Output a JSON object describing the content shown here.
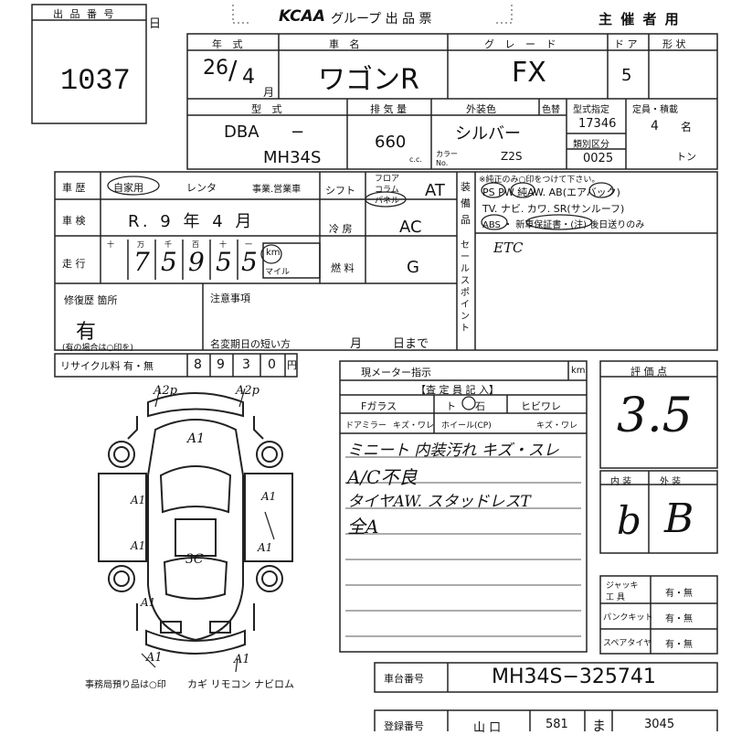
{
  "header": {
    "lot_label": "出 品 番 号",
    "lot_number": "1037",
    "day_char": "日",
    "brand": "KCAA",
    "title": "グループ 出 品 票",
    "organizer": "主 催 者 用"
  },
  "vehicle": {
    "year_label": "年 式",
    "year": "26",
    "month": "4",
    "month_unit": "月",
    "name_label": "車 名",
    "name": "ワゴンR",
    "grade_label": "グ レ ー ド",
    "grade": "FX",
    "doors_label": "ド ア",
    "doors": "5",
    "shape_label": "形 状",
    "model_label": "型 式",
    "model_prefix": "DBA",
    "model_dash": "−",
    "model": "MH34S",
    "displacement_label": "排 気 量",
    "displacement": "660",
    "displacement_unit": "c.c.",
    "color_label": "外装色",
    "color": "シルバー",
    "paint_label": "色替",
    "color_no_label": "カラー No.",
    "color_no": "Z2S",
    "type_designation_label": "型式指定",
    "type_designation": "17346",
    "class_label": "類別区分",
    "class": "0025",
    "capacity_label": "定員・積載",
    "capacity": "4",
    "capacity_unit": "名",
    "ton_unit": "トン"
  },
  "history": {
    "label": "車 歴",
    "options": [
      "自家用",
      "レンタ",
      "事業.営業車"
    ],
    "selected": "自家用",
    "inspection_label": "車 検",
    "inspection": "R. 9 年 4 月",
    "mileage_label": "走 行",
    "mileage_units": [
      "十",
      "万",
      "千",
      "百",
      "十",
      "一"
    ],
    "mileage_digits": [
      "",
      "7",
      "5",
      "9",
      "5",
      "5"
    ],
    "km_label": "km",
    "mile_label": "マイル"
  },
  "drivetrain": {
    "shift_label": "シフト",
    "shift_positions": [
      "フロア",
      "コラム",
      "パネル"
    ],
    "shift_selected": "パネル",
    "transmission": "AT",
    "ac_label": "冷 房",
    "ac": "AC",
    "fuel_label": "燃 料",
    "fuel": "G"
  },
  "equipment": {
    "label": "装 備 品",
    "note": "※純正のみ○印をつけて下さい。",
    "row1": "PS PW 純AW. AB(エアバック)",
    "row2": "TV. ナビ. カワ. SR(サンルーフ)",
    "row3": "ABS ・ 新車保証書・(注) 後日送りのみ",
    "selling_points_label": "セールスポイント",
    "selling_points": "ETC"
  },
  "repair": {
    "label": "修復歴 箇所",
    "value": "有",
    "note": "(有の場合は○印を)",
    "notice_label": "注意事項",
    "name_change_label": "名変期日の短い方",
    "month_label": "月",
    "day_label": "日まで"
  },
  "recycle": {
    "label": "リサイクル料 有・無",
    "digits": [
      "8",
      "9",
      "3",
      "0"
    ],
    "unit": "円"
  },
  "meter": {
    "label": "現メーター指示",
    "unit": "km"
  },
  "inspector": {
    "header": "【査 定 員 記 入】",
    "glass_label": "Fガラス",
    "glass_options": [
      "ト",
      "石",
      "ヒビワレ"
    ],
    "mirror_label": "ドアミラー",
    "mirror_options": "キズ・ワレ",
    "wheel_label": "ホイール(CP)",
    "wheel_options": "キズ・ワレ",
    "notes": [
      "ミニート 内装汚れ キズ・スレ",
      "A/C不良",
      "タイヤAW. スタッドレスT",
      "全A"
    ]
  },
  "score": {
    "label": "評 価 点",
    "value": "3.5",
    "interior_label": "内 装",
    "interior": "b",
    "exterior_label": "外 装",
    "exterior": "B"
  },
  "tools": [
    {
      "label": "ジャッキ 工 具",
      "value": "有・無"
    },
    {
      "label": "パンクキット",
      "value": "有・無"
    },
    {
      "label": "スペアタイヤ",
      "value": "有・無"
    }
  ],
  "diagram": {
    "marks": [
      "A2p",
      "A2p",
      "A1",
      "A1",
      "A1",
      "A1",
      "A1",
      "A1",
      "3C",
      "A1",
      "A1"
    ],
    "office_note": "事務局預り品は○印",
    "items": "カギ リモコン ナビロム"
  },
  "chassis": {
    "label": "車台番号",
    "value": "MH34S−325741"
  },
  "registration": {
    "label": "登録番号",
    "region": "山 口",
    "class_no": "581",
    "kana": "ま",
    "number": "3045"
  }
}
